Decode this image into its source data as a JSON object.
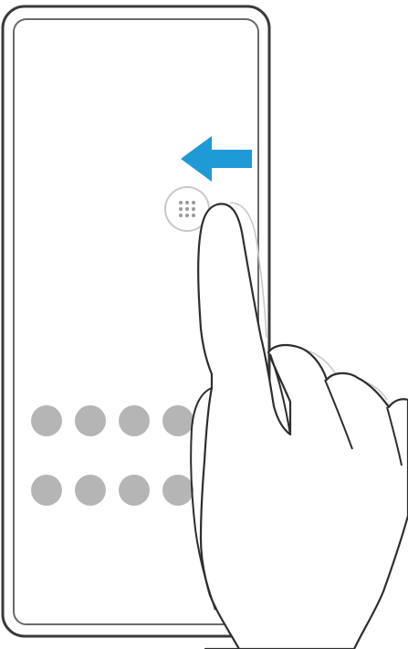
{
  "illustration": {
    "subject": "phone-side-sense-swipe",
    "colors": {
      "frame": "#3a3a3a",
      "screen_border": "#6a6a6a",
      "arrow": "#1e9ad6",
      "app_dot": "#b5b5b5",
      "handle_dot": "#9a9a9a",
      "hand_outline": "#2e2e2e"
    },
    "icons": {
      "swipe_arrow": "arrow-left-icon",
      "side_handle": "grid-dots-icon"
    },
    "app_dot_rows": 2,
    "app_dots_per_row": 4
  }
}
